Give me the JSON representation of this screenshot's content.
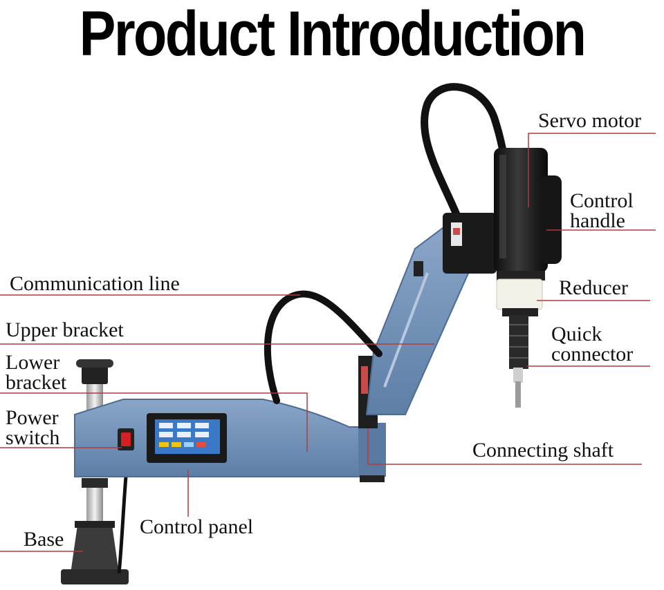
{
  "title": "Product Introduction",
  "colors": {
    "leader_line": "#b23a3a",
    "machine_blue": "#6f8fb5",
    "machine_dark": "#1a1a1a",
    "screen_blue": "#3a78c8"
  },
  "labels": {
    "servo_motor": "Servo motor",
    "control_handle_1": "Control",
    "control_handle_2": "handle",
    "communication_line": "Communication line",
    "reducer": "Reducer",
    "upper_bracket": "Upper bracket",
    "quick_connector_1": "Quick",
    "quick_connector_2": "connector",
    "lower_bracket_1": "Lower",
    "lower_bracket_2": "bracket",
    "power_switch_1": "Power",
    "power_switch_2": "switch",
    "connecting_shaft": "Connecting shaft",
    "control_panel": "Control panel",
    "base": "Base"
  }
}
